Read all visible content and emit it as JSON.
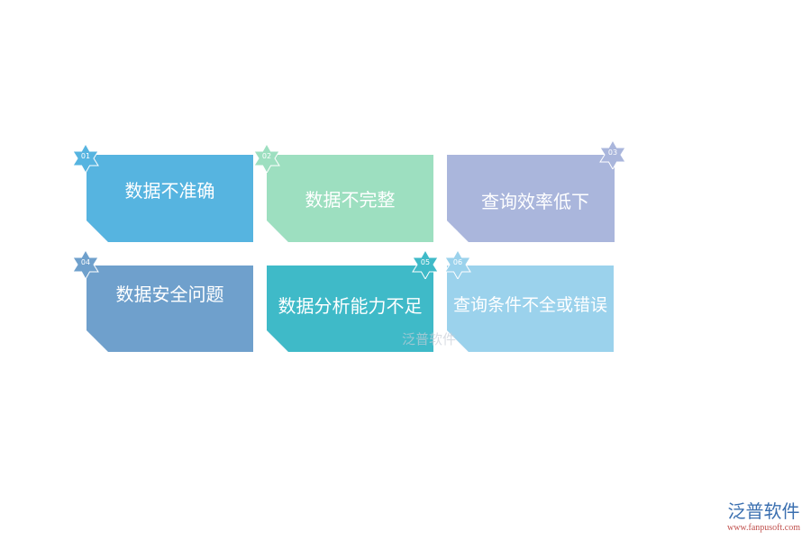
{
  "cards": [
    {
      "num": "01",
      "label": "数据不准确",
      "color": "#56b4e0"
    },
    {
      "num": "02",
      "label": "数据不完整",
      "color": "#9ddfc0"
    },
    {
      "num": "03",
      "label": "查询效率低下",
      "color": "#aab6dc"
    },
    {
      "num": "04",
      "label": "数据安全问题",
      "color": "#6fa0cc"
    },
    {
      "num": "05",
      "label": "数据分析能力不足",
      "color": "#3fbac8"
    },
    {
      "num": "06",
      "label": "查询条件不全或错误",
      "color": "#9bd2ec"
    }
  ],
  "watermark": "泛普软件",
  "logo": {
    "name": "泛普软件",
    "url": "www.fanpusoft.com"
  }
}
